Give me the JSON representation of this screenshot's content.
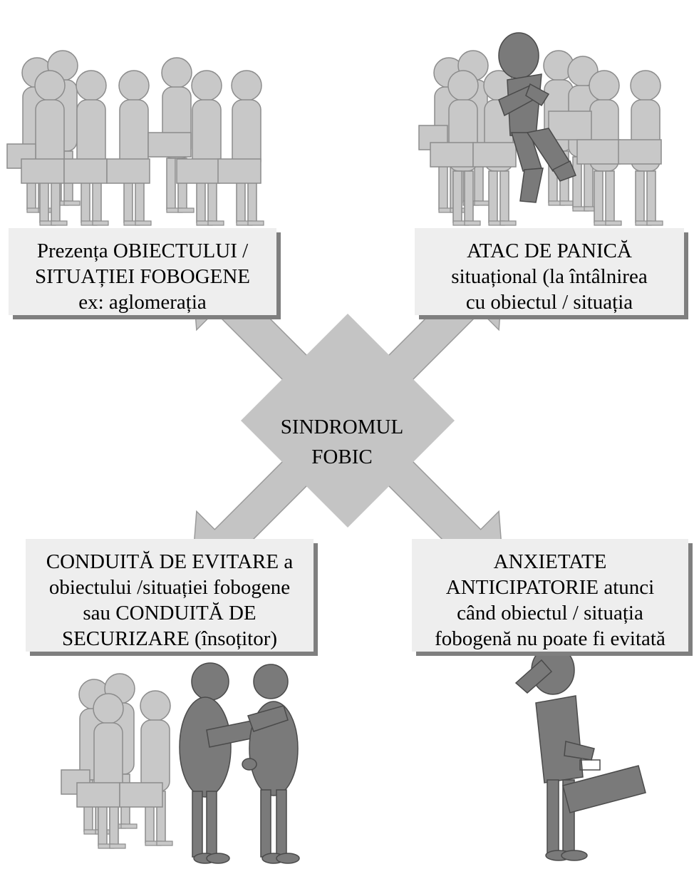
{
  "center": {
    "line1": "SINDROMUL",
    "line2": "FOBIC"
  },
  "boxes": {
    "top_left": {
      "lines": [
        "Prezența OBIECTULUI /",
        "SITUAȚIEI FOBOGENE",
        "ex: aglomerația"
      ]
    },
    "top_right": {
      "lines": [
        "ATAC DE PANICĂ",
        "situațional (la întâlnirea",
        "cu obiectul / situația"
      ]
    },
    "bottom_left": {
      "lines": [
        "CONDUITĂ DE EVITARE a",
        "obiectului /situației  fobogene",
        "sau  CONDUITĂ DE",
        "SECURIZARE (însoțitor)"
      ]
    },
    "bottom_right": {
      "lines": [
        "ANXIETATE",
        "ANTICIPATORIE atunci",
        "când obiectul / situația",
        "fobogenă nu poate fi evitată"
      ]
    }
  },
  "colors": {
    "crowd_figure": "#c8c8c8",
    "dark_figure": "#7a7a7a",
    "arrow": "#c4c4c4",
    "box_fill": "#eeeeee",
    "box_shadow": "#7f7f7f"
  },
  "icons": {
    "top_left": "crowd-icon",
    "top_right": "panic-person-icon",
    "bottom_left": "companion-icon",
    "bottom_right": "anxious-person-icon"
  }
}
